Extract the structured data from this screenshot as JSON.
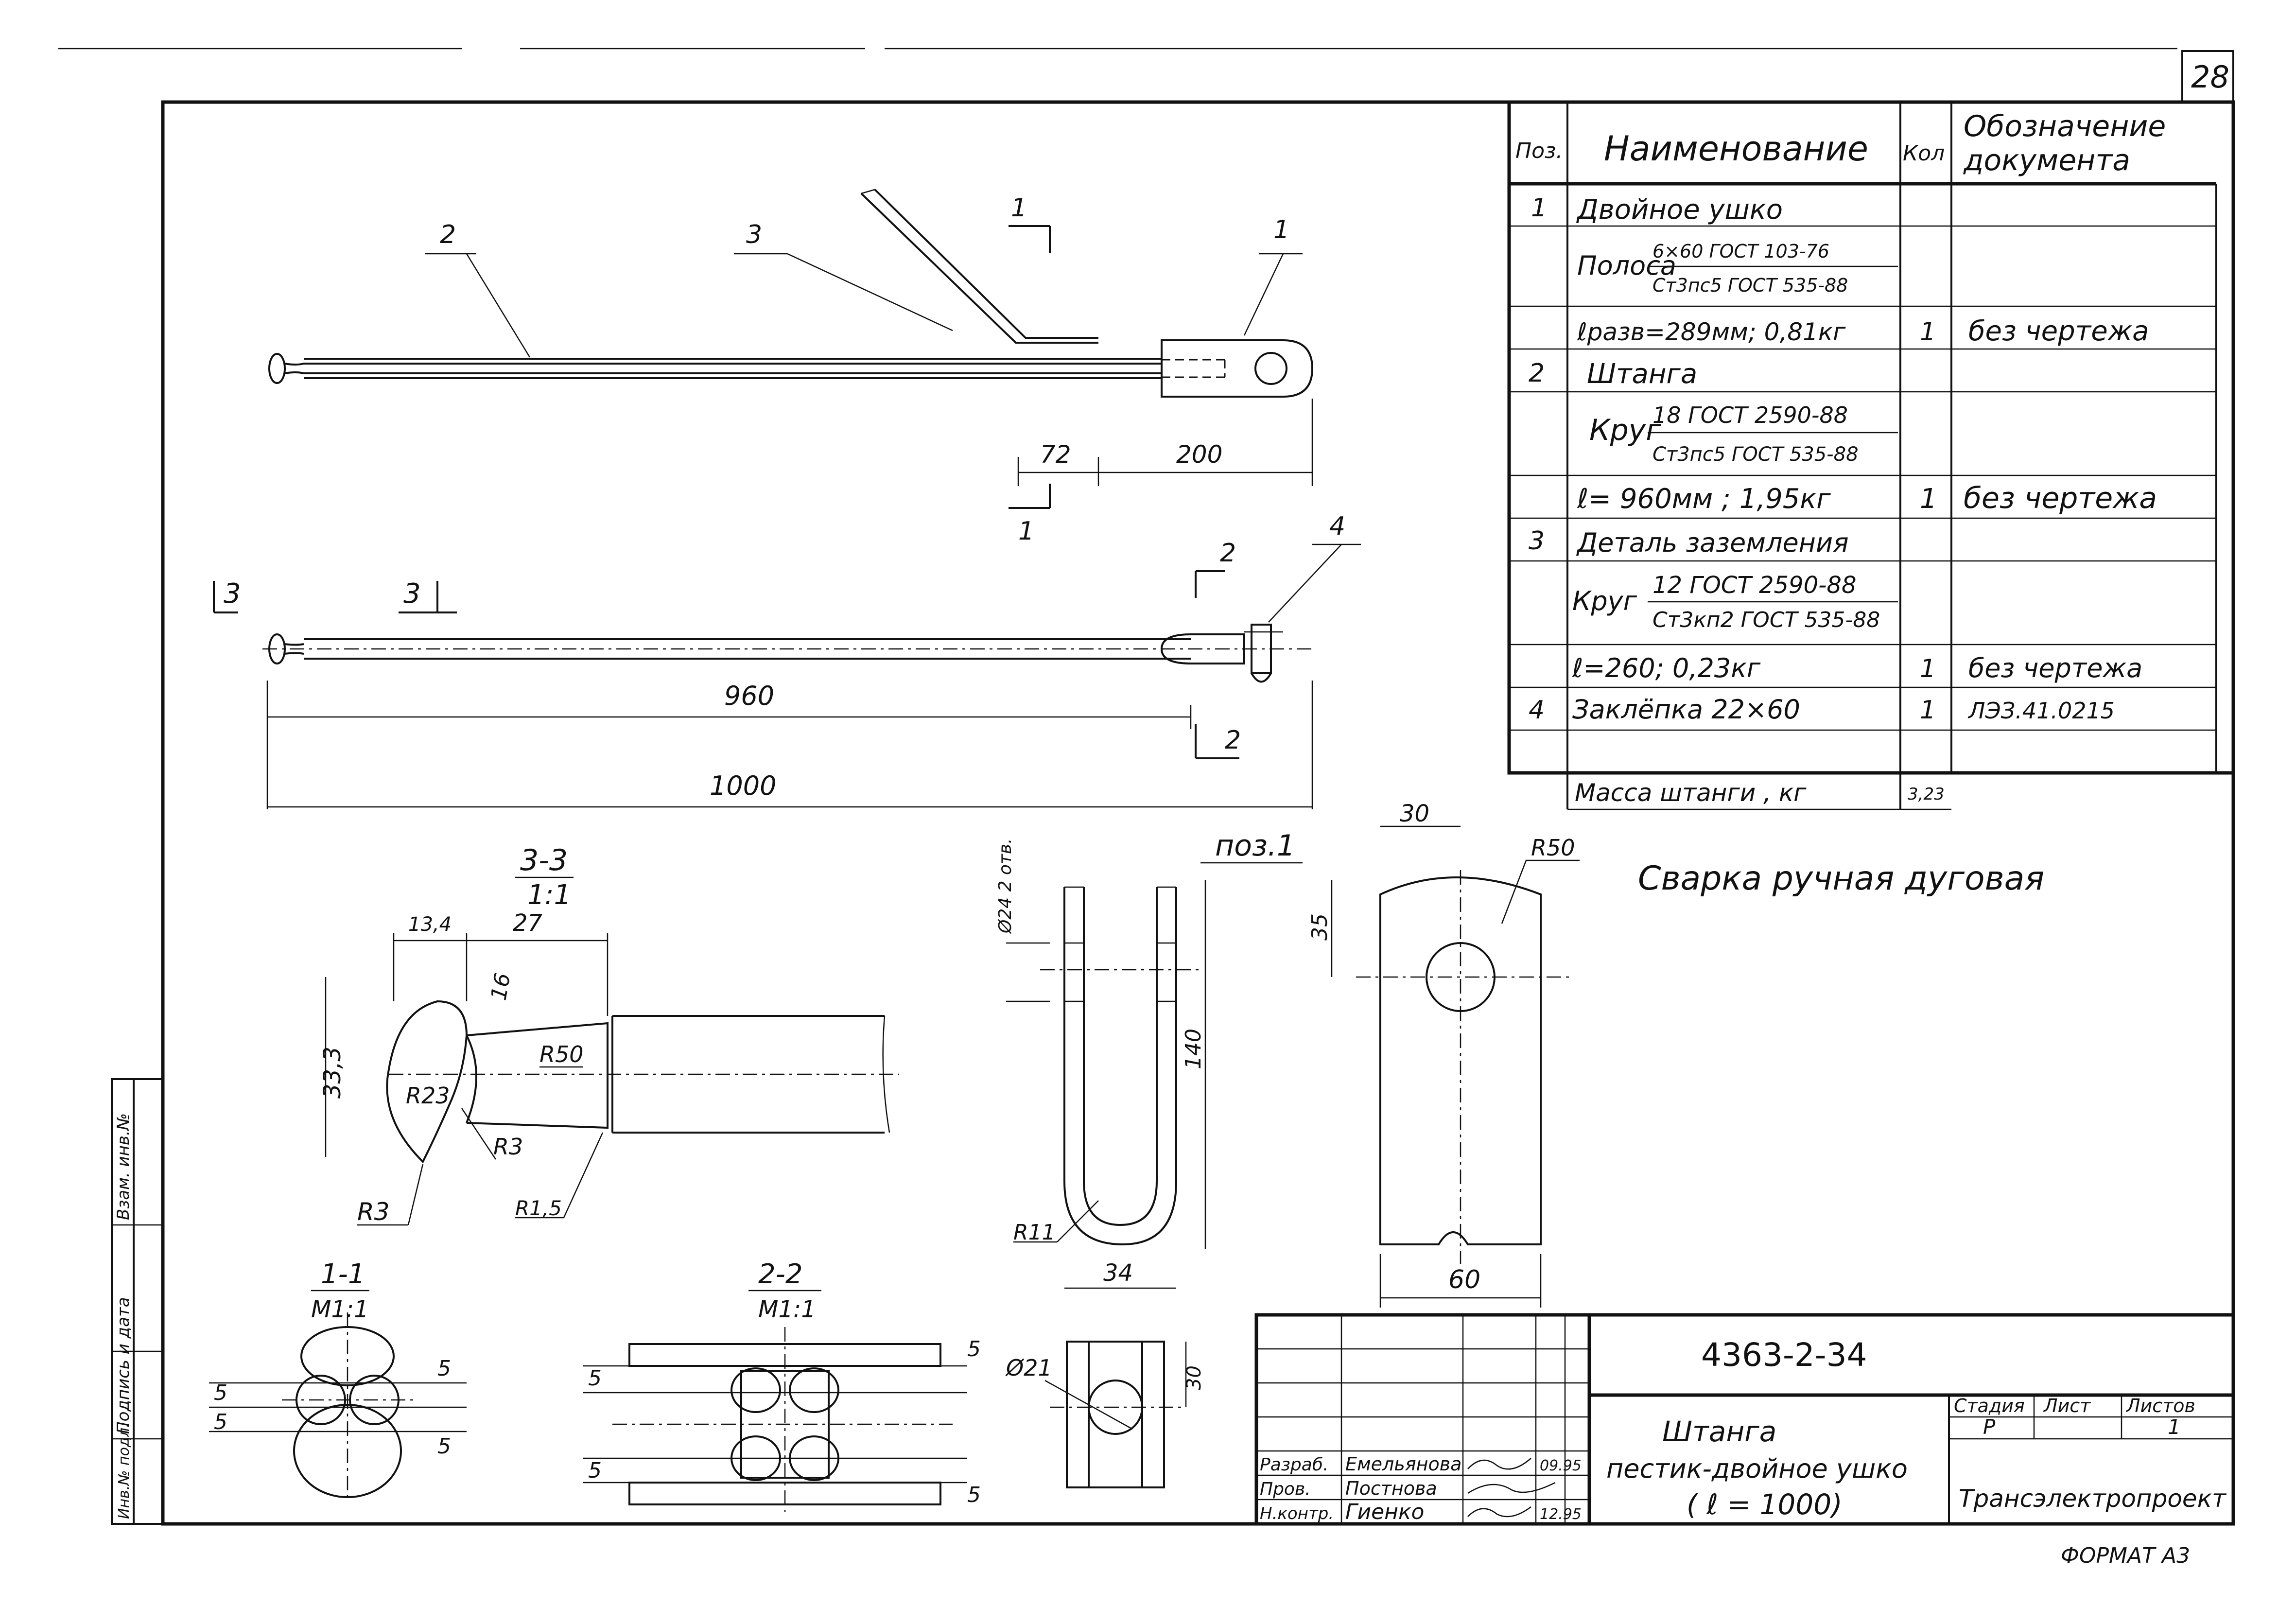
{
  "sheet": {
    "page_number": "28",
    "format": "ФОРМАТ А3",
    "welding_note": "Сварка ручная дуговая"
  },
  "spec_table": {
    "headers": {
      "pos": "Поз.",
      "name": "Наименование",
      "qty": "Кол",
      "doc_line1": "Обозначение",
      "doc_line2": "документа"
    },
    "rows": [
      {
        "pos": "1",
        "name": "Двойное ушко",
        "qty": "",
        "doc": ""
      },
      {
        "pos": "",
        "name": "Полоса",
        "name_sup": "6×60 ГОСТ 103-76",
        "name_sub": "Ст3пс5 ГОСТ 535-88",
        "qty": "",
        "doc": ""
      },
      {
        "pos": "",
        "name": "ℓразв=289мм; 0,81кг",
        "qty": "1",
        "doc": "без чертежа"
      },
      {
        "pos": "2",
        "name": "Штанга",
        "qty": "",
        "doc": ""
      },
      {
        "pos": "",
        "name": "Круг",
        "name_sup": "18 ГОСТ 2590-88",
        "name_sub": "Ст3пс5 ГОСТ 535-88",
        "qty": "",
        "doc": ""
      },
      {
        "pos": "",
        "name": "ℓ= 960мм ; 1,95кг",
        "qty": "1",
        "doc": "без чертежа"
      },
      {
        "pos": "3",
        "name": "Деталь заземления",
        "qty": "",
        "doc": ""
      },
      {
        "pos": "",
        "name": "Круг",
        "name_sup": "12 ГОСТ 2590-88",
        "name_sub": "Ст3кп2 ГОСТ 535-88",
        "qty": "",
        "doc": ""
      },
      {
        "pos": "",
        "name": "ℓ=260; 0,23кг",
        "qty": "1",
        "doc": "без чертежа"
      },
      {
        "pos": "4",
        "name": "Заклёпка 22×60",
        "qty": "1",
        "doc": "ЛЭЗ.41.0215"
      }
    ],
    "mass_label": "Масса штанги , кг",
    "mass_value": "3,23"
  },
  "views": {
    "top_leaders": {
      "p1": "1",
      "p2": "2",
      "p3": "3",
      "p4": "4"
    },
    "cuts": {
      "c1a": "1",
      "c1b": "1",
      "c2a": "2",
      "c2b": "2",
      "c3a": "3",
      "c3b": "3"
    },
    "dims": {
      "d72": "72",
      "d200": "200",
      "d960": "960",
      "d1000": "1000"
    }
  },
  "section_33": {
    "title": "3-3",
    "scale": "1:1",
    "d134": "13,4",
    "d27": "27",
    "d16": "16",
    "d333": "33,3",
    "r50": "R50",
    "r23": "R23",
    "r3a": "R3",
    "r3b": "R3",
    "r15": "R1,5"
  },
  "pos1": {
    "title": "поз.1",
    "hole": "Ø24 2 отв.",
    "h140": "140",
    "r11": "R11",
    "w34": "34",
    "w30": "30",
    "h35": "35",
    "r50": "R50",
    "w60": "60",
    "d21": "Ø21",
    "h30": "30"
  },
  "section_11": {
    "title": "1-1",
    "scale": "М1:1",
    "d1": "5",
    "d2": "5",
    "d3": "5",
    "d4": "5"
  },
  "section_22": {
    "title": "2-2",
    "scale": "М1:1",
    "d1": "5",
    "d2": "5",
    "d3": "5",
    "d4": "5"
  },
  "side_stamp": {
    "inv_podl": "Инв.№ подл.",
    "podpis": "Подпись и дата",
    "vzam": "Взам. инв.№"
  },
  "title_block": {
    "code": "4363-2-34",
    "name_line1": "Штанга",
    "name_line2": "пестик-двойное ушко",
    "name_line3": "( ℓ = 1000)",
    "stage_h": "Стадия",
    "sheet_h": "Лист",
    "sheets_h": "Листов",
    "stage": "Р",
    "sheets": "1",
    "org": "Трансэлектропроект",
    "people": [
      {
        "role": "Разраб.",
        "name": "Емельянова",
        "date": "09.95"
      },
      {
        "role": "Пров.",
        "name": "Постнова",
        "date": ""
      },
      {
        "role": "Н.контр.",
        "name": "Гиенко",
        "date": "12.95"
      }
    ]
  }
}
